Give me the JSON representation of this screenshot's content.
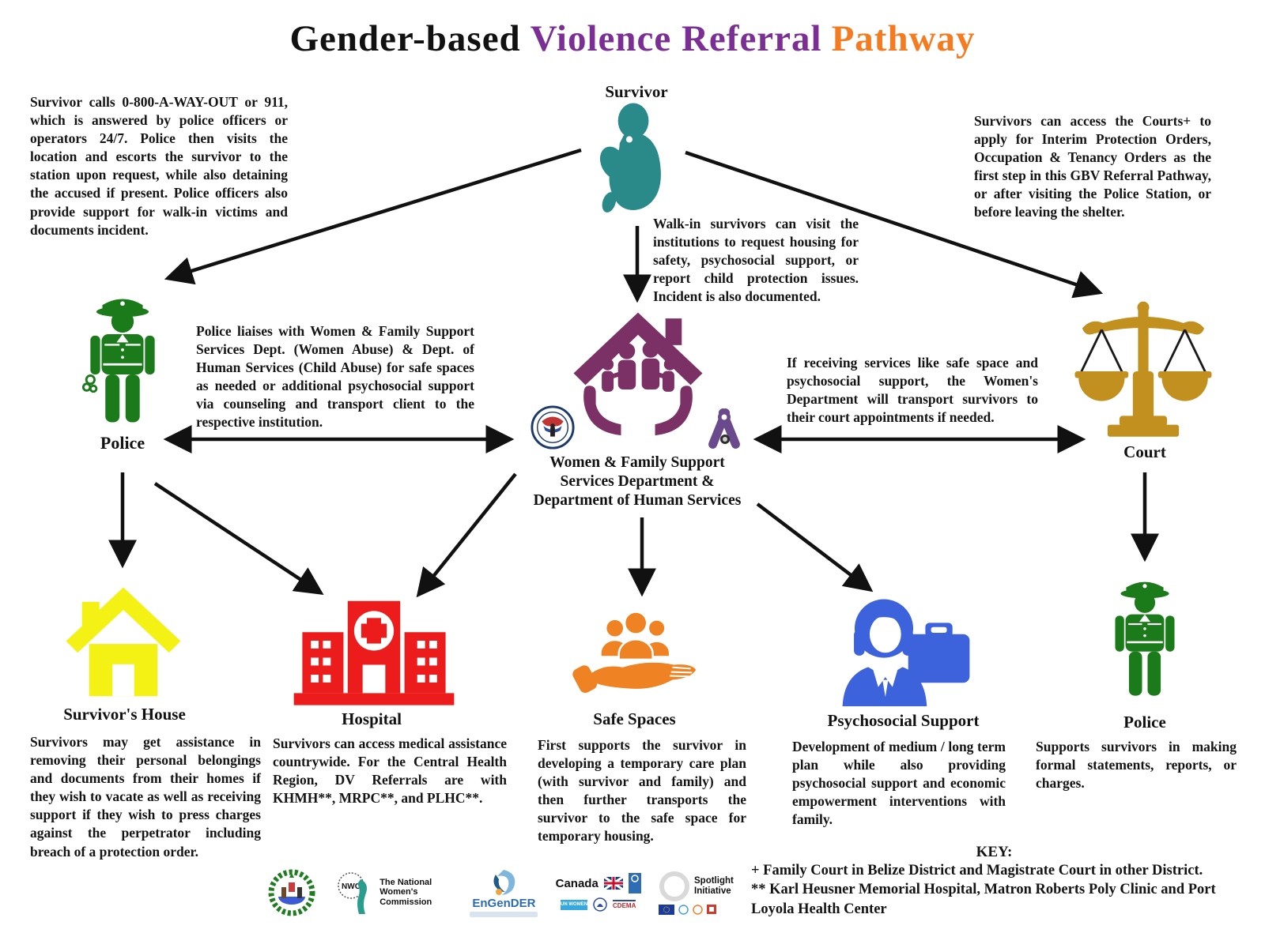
{
  "title": {
    "part1": "Gender-based",
    "part2": "Violence Referral",
    "part3": "Pathway"
  },
  "colors": {
    "teal": "#2A8A8A",
    "green": "#1B7B1B",
    "purple": "#7C3166",
    "gold": "#C2901E",
    "yellow": "#F4F114",
    "red": "#EC1C1C",
    "orange": "#EF8222",
    "blue": "#3D63DC",
    "title_purple": "#7B2F95",
    "title_orange": "#F47B20"
  },
  "top": {
    "left_text": "Survivor calls 0-800-A-WAY-OUT or 911, which is answered by police officers or operators 24/7. Police then visits the location and escorts the survivor to the station upon request, while also detaining the accused if present. Police officers also provide support for walk-in victims and documents incident.",
    "survivor_label": "Survivor",
    "walkin_text": "Walk-in survivors can visit the institutions to request housing for safety, psychosocial support, or report child protection issues. Incident is also documented.",
    "right_text": "Survivors can access the Courts+ to apply for Interim Protection Orders, Occupation & Tenancy Orders as the first step in this GBV Referral Pathway, or after visiting the Police Station, or before leaving the shelter."
  },
  "mid": {
    "police_label": "Police",
    "police_text": "Police liaises with Women & Family Support Services Dept. (Women Abuse) & Dept. of Human Services (Child Abuse) for safe spaces as needed or additional psychosocial support via counseling and transport client to the respective institution.",
    "center_label": "Women & Family Support Services Department & Department of Human Services",
    "court_label": "Court",
    "court_text": "If receiving services like safe space and psychosocial support, the Women's Department will transport survivors to their court appointments if needed."
  },
  "bottom": {
    "nodes": [
      {
        "label": "Survivor's House",
        "text": "Survivors may get assistance in removing their personal belongings and documents from their homes if they wish to vacate as well as receiving  support if they wish to press charges against the perpetrator including breach of a protection order."
      },
      {
        "label": "Hospital",
        "text": "Survivors can access medical assistance countrywide. For the Central Health Region, DV Referrals are with KHMH**, MRPC**, and PLHC**."
      },
      {
        "label": "Safe Spaces",
        "text": "First supports the survivor in developing a temporary care plan (with survivor and family) and then further transports the survivor to the safe space for temporary housing."
      },
      {
        "label": "Psychosocial Support",
        "text": "Development of medium / long term plan while also providing psychosocial support and economic empowerment interventions with family."
      },
      {
        "label": "Police",
        "text": "Supports survivors in making formal statements, reports, or charges."
      }
    ]
  },
  "key": {
    "heading": "KEY:",
    "line1": "+ Family Court in Belize District and  Magistrate Court in other District.",
    "line2": "** Karl Heusner Memorial Hospital, Matron Roberts Poly Clinic  and Port Loyola Health  Center"
  },
  "logos": {
    "nwc_abbr": "NWC",
    "nwc_name": "The National Women's Commission",
    "engender": "EnGenDER",
    "canada": "Canada",
    "un_women": "UN WOMEN",
    "cdema": "CDEMA",
    "spotlight": "Spotlight Initiative"
  }
}
